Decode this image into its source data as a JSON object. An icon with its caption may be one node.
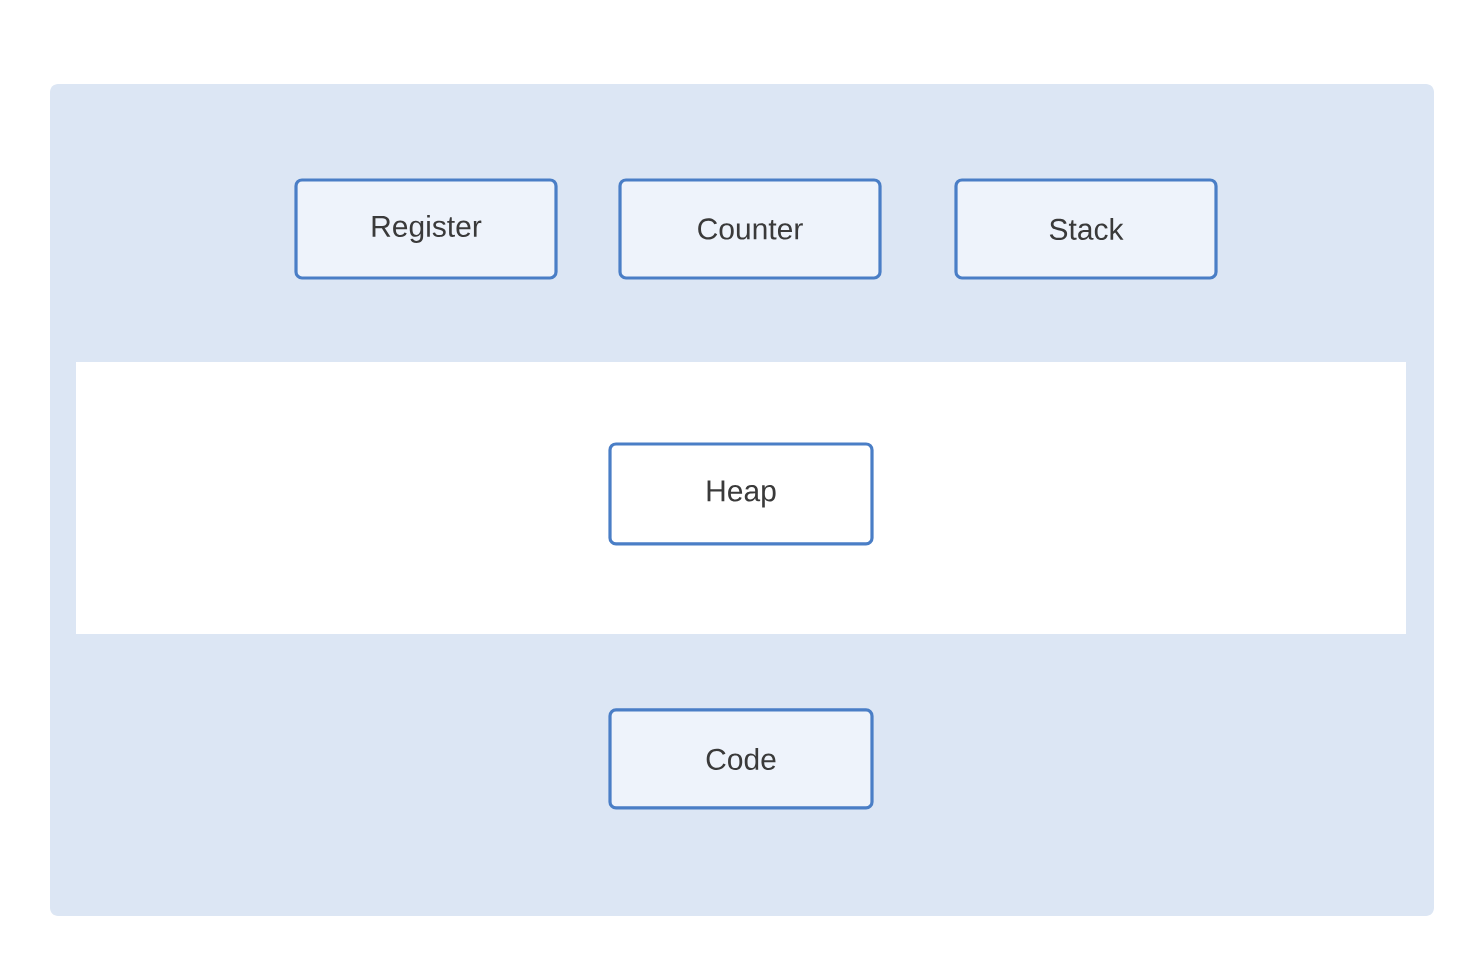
{
  "diagram": {
    "nodes": [
      {
        "text": [],
        "shape": "box"
      },
      {
        "text": [
          "Register"
        ],
        "in": 0
      },
      {
        "text": [
          "Counter"
        ],
        "in": 0
      },
      {
        "text": [
          "Stack"
        ],
        "in": 0
      },
      {
        "text": [],
        "shape": "band",
        "in": 0
      },
      {
        "text": [
          "Heap"
        ],
        "in": 4
      },
      {
        "text": [
          "Code"
        ],
        "in": 0
      }
    ]
  }
}
